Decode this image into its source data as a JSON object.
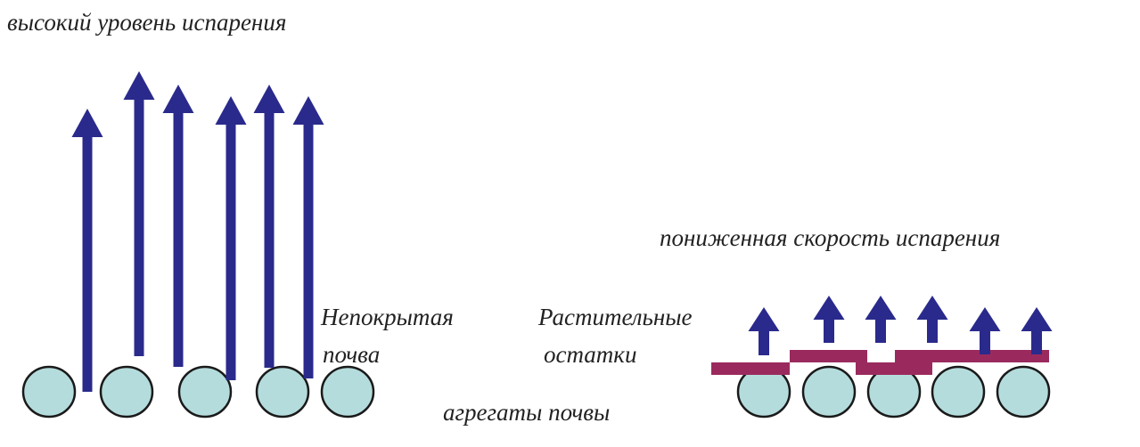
{
  "labels": {
    "high_evaporation": "высокий уровень испарения",
    "reduced_evaporation": "пониженная скорость испарения",
    "bare_soil_line1": "Непокрытая",
    "bare_soil_line2": "почва",
    "residue_line1": "Растительные",
    "residue_line2": "остатки",
    "aggregates": "агрегаты почвы"
  },
  "colors": {
    "arrow": "#2a2a8c",
    "aggregate_fill": "#b5dcdc",
    "aggregate_stroke": "#1a1a1a",
    "residue": "#9a2a5e"
  }
}
